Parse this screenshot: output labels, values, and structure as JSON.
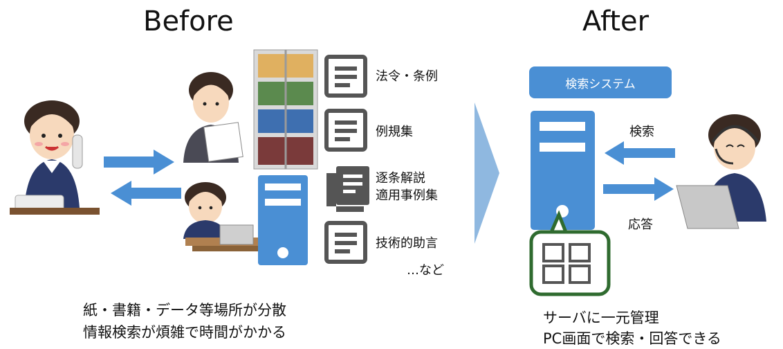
{
  "before": {
    "heading": "Before",
    "documents": [
      "法令・条例",
      "例規集",
      "逐条解説",
      "適用事例集",
      "技術的助言"
    ],
    "etc": "…など",
    "caption": [
      "紙・書籍・データ等場所が分散",
      "情報検索が煩雑で時間がかかる"
    ]
  },
  "after": {
    "heading": "After",
    "system_label": "検索システム",
    "search_label": "検索",
    "response_label": "応答",
    "caption": [
      "サーバに一元管理",
      "PC画面で検索・回答できる"
    ]
  },
  "colors": {
    "accent_blue": "#4a8fd4",
    "transition_arrow": "#8fb8e0",
    "bubble_border": "#2f6b2f",
    "doc_icon": "#555555"
  }
}
